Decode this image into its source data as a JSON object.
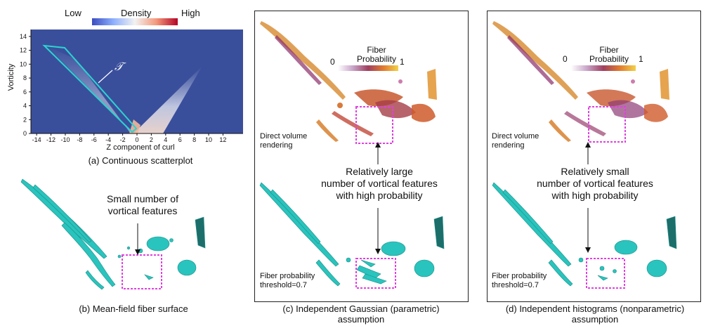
{
  "colorbar_density": {
    "low": "Low",
    "title": "Density",
    "high": "High"
  },
  "panel_a": {
    "caption": "(a) Continuous scatterplot",
    "ylabel": "Vorticity",
    "xlabel": "Z component of curl",
    "region_label": "𝒯",
    "x_ticks": [
      "-14",
      "-12",
      "-10",
      "-8",
      "-6",
      "-4",
      "-2",
      "0",
      "2",
      "4",
      "6",
      "8",
      "10",
      "12"
    ],
    "y_ticks": [
      "0",
      "2",
      "4",
      "6",
      "8",
      "10",
      "12",
      "14"
    ],
    "colors": {
      "background": "#3a4f9c",
      "outline": "#2ad4cf"
    }
  },
  "panel_b": {
    "caption": "(b) Mean-field fiber surface",
    "annotation_line1": "Small number of",
    "annotation_line2": "vortical features",
    "color": "#29c4bd"
  },
  "panel_c": {
    "caption_line1": "(c) Independent Gaussian (parametric)",
    "caption_line2": "assumption",
    "legend_title_line1": "Fiber",
    "legend_title_line2": "Probability",
    "legend_min": "0",
    "legend_max": "1",
    "dvr_line1": "Direct volume",
    "dvr_line2": "rendering",
    "annotation_line1": "Relatively large",
    "annotation_line2": "number of vortical features",
    "annotation_line3": "with high probability",
    "threshold_line1": "Fiber probability",
    "threshold_line2": "threshold=0.7"
  },
  "panel_d": {
    "caption_line1": "(d) Independent histograms (nonparametric)",
    "caption_line2": "assumption",
    "legend_title_line1": "Fiber",
    "legend_title_line2": "Probability",
    "legend_min": "0",
    "legend_max": "1",
    "dvr_line1": "Direct volume",
    "dvr_line2": "rendering",
    "annotation_line1": "Relatively small",
    "annotation_line2": "number of vortical features",
    "annotation_line3": "with high probability",
    "threshold_line1": "Fiber probability",
    "threshold_line2": "threshold=0.7"
  },
  "highlight_color": "#e040e0"
}
